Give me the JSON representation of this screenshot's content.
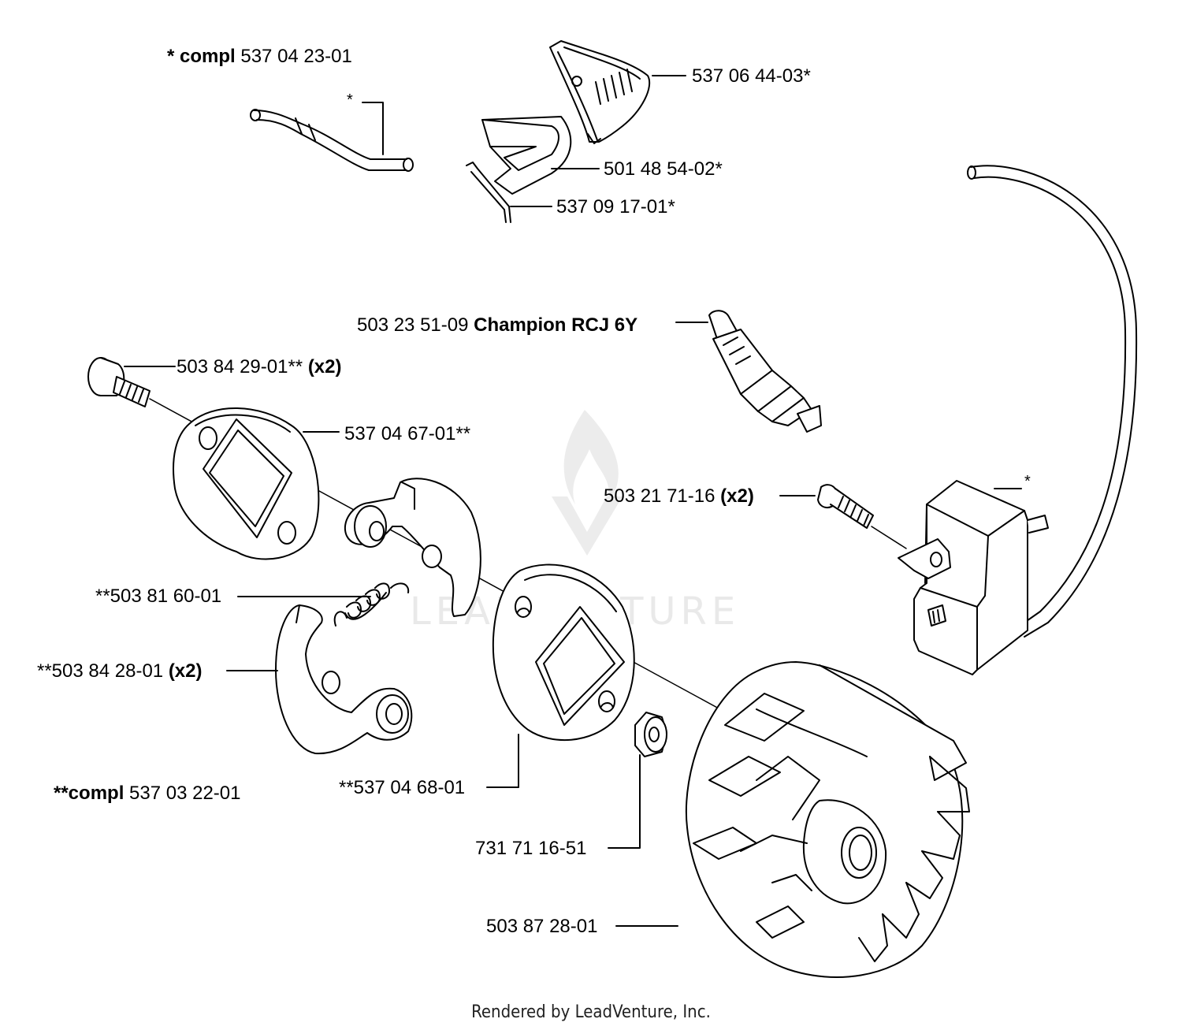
{
  "watermark": {
    "text": "LEADVENTURE"
  },
  "footer": "Rendered by LeadVenture, Inc.",
  "labels": {
    "compl_fuel": {
      "prefix": "* compl",
      "part": " 537 04 23-01"
    },
    "cover": "537 06 44-03*",
    "plate": "501 48 54-02*",
    "wire": "537 09 17-01*",
    "spark_plug": {
      "part": "503 23 51-09 ",
      "brand": "Champion RCJ 6Y"
    },
    "bolt": {
      "part": "503 84 29-01** ",
      "qty": "(x2)"
    },
    "clutch_plate_front": "537 04 67-01**",
    "screw": {
      "part": "503 21 71-16 ",
      "qty": "(x2)"
    },
    "spring": "**503 81 60-01",
    "clutch_shoe": {
      "part": "**503 84 28-01 ",
      "qty": "(x2)"
    },
    "clutch_plate_rear": "**537 04 68-01",
    "compl_clutch": {
      "prefix": "**compl",
      "part": " 537 03 22-01"
    },
    "washer": "731 71 16-51",
    "flywheel": "503 87 28-01",
    "asterisk_hose": "*",
    "asterisk_module": "*"
  },
  "colors": {
    "line": "#000000",
    "fill": "#ffffff",
    "watermark": "#e9e9e9"
  }
}
